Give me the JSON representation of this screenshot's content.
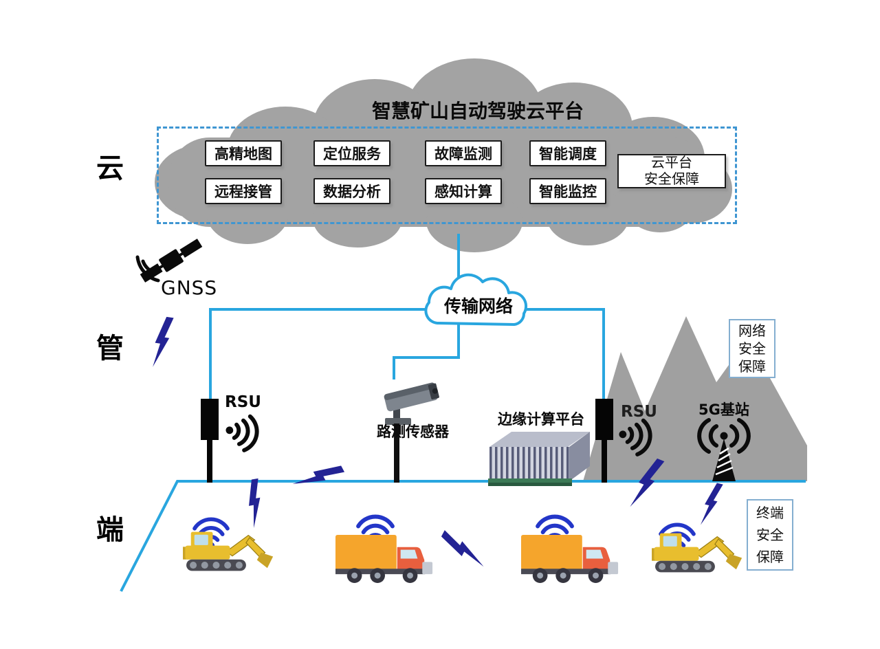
{
  "title": "智慧矿山自动驾驶云平台",
  "layer_labels": {
    "cloud": "云",
    "network": "管",
    "terminal": "端"
  },
  "cloud_platform": {
    "modules_row1": [
      "高精地图",
      "定位服务",
      "故障监测",
      "智能调度"
    ],
    "modules_row2": [
      "远程接管",
      "数据分析",
      "感知计算",
      "智能监控"
    ],
    "security_box": {
      "line1": "云平台",
      "line2": "安全保障"
    }
  },
  "network_layer": {
    "gnss_label": "GNSS",
    "transmission_label": "传输网络",
    "rsu_left_label": "RSU",
    "rsu_right_label": "RSU",
    "roadside_sensor_label": "路测传感器",
    "edge_platform_label": "边缘计算平台",
    "base_station_label": "5G基站",
    "security_box": {
      "line1": "网络",
      "line2": "安全",
      "line3": "保障"
    }
  },
  "terminal_layer": {
    "security_box": {
      "line1": "终端",
      "line2": "安全",
      "line3": "保障"
    }
  },
  "icons": [
    "satellite-icon",
    "wifi-icon",
    "lightning-icon",
    "rsu-icon",
    "cctv-camera-icon",
    "edge-server-icon",
    "5g-tower-icon",
    "cloud-shape",
    "mountain-shape",
    "excavator-icon",
    "truck-icon",
    "transmission-cloud-shape"
  ],
  "colors": {
    "cloud_gray": "#a3a3a3",
    "mountain_gray": "#a0a0a0",
    "line_blue": "#29a6df",
    "dash_border_blue": "#3f96d2",
    "lightning_blue": "#232394",
    "wifi_blue": "#2336c8",
    "truck_orange": "#f5a52c",
    "truck_cab_red": "#e85f3e",
    "excavator_yellow": "#e8be2e"
  }
}
